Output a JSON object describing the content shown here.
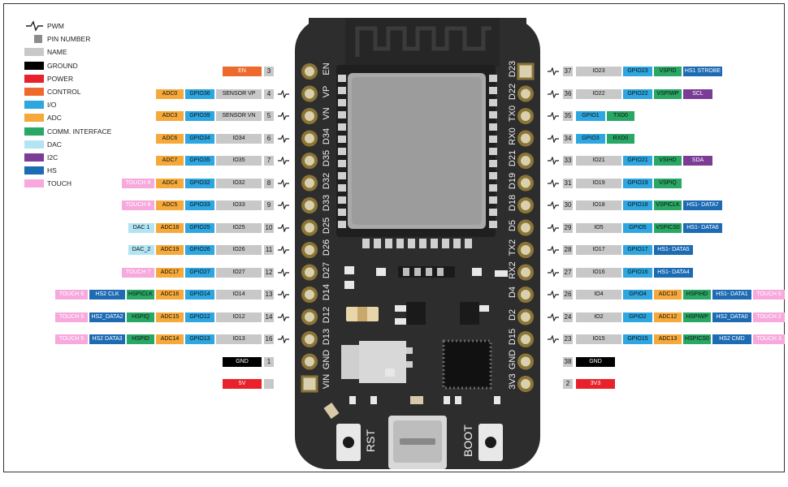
{
  "legend": {
    "pwm": "PWM",
    "pin_number": "PIN NUMBER",
    "items": [
      {
        "label": "NAME",
        "color": "#c8c8c8"
      },
      {
        "label": "GROUND",
        "color": "#000000"
      },
      {
        "label": "POWER",
        "color": "#e8212b"
      },
      {
        "label": "CONTROL",
        "color": "#ee6a2c"
      },
      {
        "label": "I/O",
        "color": "#2ea6df"
      },
      {
        "label": "ADC",
        "color": "#f5a93a"
      },
      {
        "label": "COMM. INTERFACE",
        "color": "#29a765"
      },
      {
        "label": "DAC",
        "color": "#b3e4f3"
      },
      {
        "label": "I2C",
        "color": "#7b3c96"
      },
      {
        "label": "HS",
        "color": "#1d6bb3"
      },
      {
        "label": "TOUCH",
        "color": "#f7a8dd"
      }
    ]
  },
  "colors": {
    "name": "#c8c8c8",
    "ground": "#000000",
    "power": "#e8212b",
    "control": "#ee6a2c",
    "io": "#2ea6df",
    "adc": "#f5a93a",
    "comm": "#29a765",
    "dac": "#b3e4f3",
    "i2c": "#7b3c96",
    "hs": "#1d6bb3",
    "touch": "#f7a8dd"
  },
  "left_pins": [
    {
      "silk": "EN",
      "num": "3",
      "pwm": false,
      "labels": [
        {
          "t": "EN",
          "c": "control"
        }
      ]
    },
    {
      "silk": "VP",
      "num": "4",
      "pwm": true,
      "labels": [
        {
          "t": "ADC0",
          "c": "adc"
        },
        {
          "t": "GPIO36",
          "c": "io"
        },
        {
          "t": "SENSOR VP",
          "c": "name"
        }
      ]
    },
    {
      "silk": "VN",
      "num": "5",
      "pwm": true,
      "labels": [
        {
          "t": "ADC3",
          "c": "adc"
        },
        {
          "t": "GPIO39",
          "c": "io"
        },
        {
          "t": "SENSOR VN",
          "c": "name"
        }
      ]
    },
    {
      "silk": "D34",
      "num": "6",
      "pwm": true,
      "labels": [
        {
          "t": "ADC6",
          "c": "adc"
        },
        {
          "t": "GPIO34",
          "c": "io"
        },
        {
          "t": "IO34",
          "c": "name"
        }
      ]
    },
    {
      "silk": "D35",
      "num": "7",
      "pwm": true,
      "labels": [
        {
          "t": "ADC7",
          "c": "adc"
        },
        {
          "t": "GPIO35",
          "c": "io"
        },
        {
          "t": "IO35",
          "c": "name"
        }
      ]
    },
    {
      "silk": "D32",
      "num": "8",
      "pwm": true,
      "labels": [
        {
          "t": "TOUCH 9",
          "c": "touch"
        },
        {
          "t": "ADC4",
          "c": "adc"
        },
        {
          "t": "GPIO32",
          "c": "io"
        },
        {
          "t": "IO32",
          "c": "name"
        }
      ]
    },
    {
      "silk": "D33",
      "num": "9",
      "pwm": true,
      "labels": [
        {
          "t": "TOUCH 8",
          "c": "touch"
        },
        {
          "t": "ADC5",
          "c": "adc"
        },
        {
          "t": "GPIO33",
          "c": "io"
        },
        {
          "t": "IO33",
          "c": "name"
        }
      ]
    },
    {
      "silk": "D25",
      "num": "10",
      "pwm": true,
      "labels": [
        {
          "t": "DAC 1",
          "c": "dac"
        },
        {
          "t": "ADC18",
          "c": "adc"
        },
        {
          "t": "GPIO25",
          "c": "io"
        },
        {
          "t": "IO25",
          "c": "name"
        }
      ]
    },
    {
      "silk": "D26",
      "num": "11",
      "pwm": true,
      "labels": [
        {
          "t": "DAC_2",
          "c": "dac"
        },
        {
          "t": "ADC19",
          "c": "adc"
        },
        {
          "t": "GPIO26",
          "c": "io"
        },
        {
          "t": "IO26",
          "c": "name"
        }
      ]
    },
    {
      "silk": "D27",
      "num": "12",
      "pwm": true,
      "labels": [
        {
          "t": "TOUCH 7",
          "c": "touch"
        },
        {
          "t": "ADC17",
          "c": "adc"
        },
        {
          "t": "GPIO27",
          "c": "io"
        },
        {
          "t": "IO27",
          "c": "name"
        }
      ]
    },
    {
      "silk": "D14",
      "num": "13",
      "pwm": true,
      "labels": [
        {
          "t": "TOUCH 6",
          "c": "touch"
        },
        {
          "t": "HS2 CLK",
          "c": "hs"
        },
        {
          "t": "HSPICLK",
          "c": "comm"
        },
        {
          "t": "ADC16",
          "c": "adc"
        },
        {
          "t": "GPIO14",
          "c": "io"
        },
        {
          "t": "IO14",
          "c": "name"
        }
      ]
    },
    {
      "silk": "D12",
      "num": "14",
      "pwm": true,
      "labels": [
        {
          "t": "TOUCH 5",
          "c": "touch"
        },
        {
          "t": "HS2_DATA2",
          "c": "hs"
        },
        {
          "t": "HSPIQ",
          "c": "comm"
        },
        {
          "t": "ADC15",
          "c": "adc"
        },
        {
          "t": "GPIO12",
          "c": "io"
        },
        {
          "t": "IO12",
          "c": "name"
        }
      ]
    },
    {
      "silk": "D13",
      "num": "16",
      "pwm": true,
      "labels": [
        {
          "t": "TOUCH 5",
          "c": "touch"
        },
        {
          "t": "HS2 DATA3",
          "c": "hs"
        },
        {
          "t": "HSPID",
          "c": "comm"
        },
        {
          "t": "ADC14",
          "c": "adc"
        },
        {
          "t": "GPIO13",
          "c": "io"
        },
        {
          "t": "IO13",
          "c": "name"
        }
      ]
    },
    {
      "silk": "GND",
      "num": "1",
      "pwm": false,
      "labels": [
        {
          "t": "GND",
          "c": "ground"
        }
      ]
    },
    {
      "silk": "VIN",
      "num": "",
      "pwm": false,
      "labels": [
        {
          "t": "5V",
          "c": "power"
        }
      ]
    }
  ],
  "right_pins": [
    {
      "silk": "D23",
      "num": "37",
      "pwm": true,
      "labels": [
        {
          "t": "IO23",
          "c": "name"
        },
        {
          "t": "GPIO23",
          "c": "io"
        },
        {
          "t": "VSPID",
          "c": "comm"
        },
        {
          "t": "HS1 STROBE",
          "c": "hs"
        }
      ]
    },
    {
      "silk": "D22",
      "num": "36",
      "pwm": true,
      "labels": [
        {
          "t": "IO22",
          "c": "name"
        },
        {
          "t": "GPIO22",
          "c": "io"
        },
        {
          "t": "VSPIWP",
          "c": "comm"
        },
        {
          "t": "SCL",
          "c": "i2c"
        }
      ]
    },
    {
      "silk": "TX0",
      "num": "35",
      "pwm": true,
      "labels": [
        {
          "t": "GPIO1",
          "c": "io"
        },
        {
          "t": "TXD0",
          "c": "comm"
        }
      ]
    },
    {
      "silk": "RX0",
      "num": "34",
      "pwm": true,
      "labels": [
        {
          "t": "GPIO3",
          "c": "io"
        },
        {
          "t": "RXD0",
          "c": "comm"
        }
      ]
    },
    {
      "silk": "D21",
      "num": "33",
      "pwm": true,
      "labels": [
        {
          "t": "IO21",
          "c": "name"
        },
        {
          "t": "GPIO21",
          "c": "io"
        },
        {
          "t": "VSIHD",
          "c": "comm"
        },
        {
          "t": "SDA",
          "c": "i2c"
        }
      ]
    },
    {
      "silk": "D19",
      "num": "31",
      "pwm": true,
      "labels": [
        {
          "t": "IO19",
          "c": "name"
        },
        {
          "t": "GPIO19",
          "c": "io"
        },
        {
          "t": "VSPIQ",
          "c": "comm"
        }
      ]
    },
    {
      "silk": "D18",
      "num": "30",
      "pwm": true,
      "labels": [
        {
          "t": "IO18",
          "c": "name"
        },
        {
          "t": "GPIO18",
          "c": "io"
        },
        {
          "t": "VSPICLK",
          "c": "comm"
        },
        {
          "t": "HS1- DATA7",
          "c": "hs"
        }
      ]
    },
    {
      "silk": "D5",
      "num": "29",
      "pwm": true,
      "labels": [
        {
          "t": "IO5",
          "c": "name"
        },
        {
          "t": "GPIO5",
          "c": "io"
        },
        {
          "t": "VSPICS0",
          "c": "comm"
        },
        {
          "t": "HS1- DATA6",
          "c": "hs"
        }
      ]
    },
    {
      "silk": "TX2",
      "num": "28",
      "pwm": true,
      "labels": [
        {
          "t": "IO17",
          "c": "name"
        },
        {
          "t": "GPIO17",
          "c": "io"
        },
        {
          "t": "HS1- DATA5",
          "c": "hs"
        }
      ]
    },
    {
      "silk": "RX2",
      "num": "27",
      "pwm": true,
      "labels": [
        {
          "t": "IO16",
          "c": "name"
        },
        {
          "t": "GPIO16",
          "c": "io"
        },
        {
          "t": "HS1- DATA4",
          "c": "hs"
        }
      ]
    },
    {
      "silk": "D4",
      "num": "26",
      "pwm": true,
      "labels": [
        {
          "t": "IO4",
          "c": "name"
        },
        {
          "t": "GPIO4",
          "c": "io"
        },
        {
          "t": "ADC10",
          "c": "adc"
        },
        {
          "t": "HSPIHD",
          "c": "comm"
        },
        {
          "t": "HS1- DATA1",
          "c": "hs"
        },
        {
          "t": "TOUCH 0",
          "c": "touch"
        }
      ]
    },
    {
      "silk": "D2",
      "num": "24",
      "pwm": true,
      "labels": [
        {
          "t": "IO2",
          "c": "name"
        },
        {
          "t": "GPIO2",
          "c": "io"
        },
        {
          "t": "ADC12",
          "c": "adc"
        },
        {
          "t": "HSPIWP",
          "c": "comm"
        },
        {
          "t": "HS2_DATA0",
          "c": "hs"
        },
        {
          "t": "TOUCH 2",
          "c": "touch"
        }
      ]
    },
    {
      "silk": "D15",
      "num": "23",
      "pwm": true,
      "labels": [
        {
          "t": "IO15",
          "c": "name"
        },
        {
          "t": "GPIO15",
          "c": "io"
        },
        {
          "t": "ADC13",
          "c": "adc"
        },
        {
          "t": "HSPICS0",
          "c": "comm"
        },
        {
          "t": "HS2 CMD",
          "c": "hs"
        },
        {
          "t": "TOUCH 3",
          "c": "touch"
        }
      ]
    },
    {
      "silk": "GND",
      "num": "38",
      "pwm": false,
      "labels": [
        {
          "t": "GND",
          "c": "ground"
        }
      ]
    },
    {
      "silk": "3V3",
      "num": "2",
      "pwm": false,
      "labels": [
        {
          "t": "3V3",
          "c": "power"
        }
      ]
    }
  ],
  "board": {
    "buttons": [
      {
        "label": "RST"
      },
      {
        "label": "BOOT"
      }
    ]
  }
}
